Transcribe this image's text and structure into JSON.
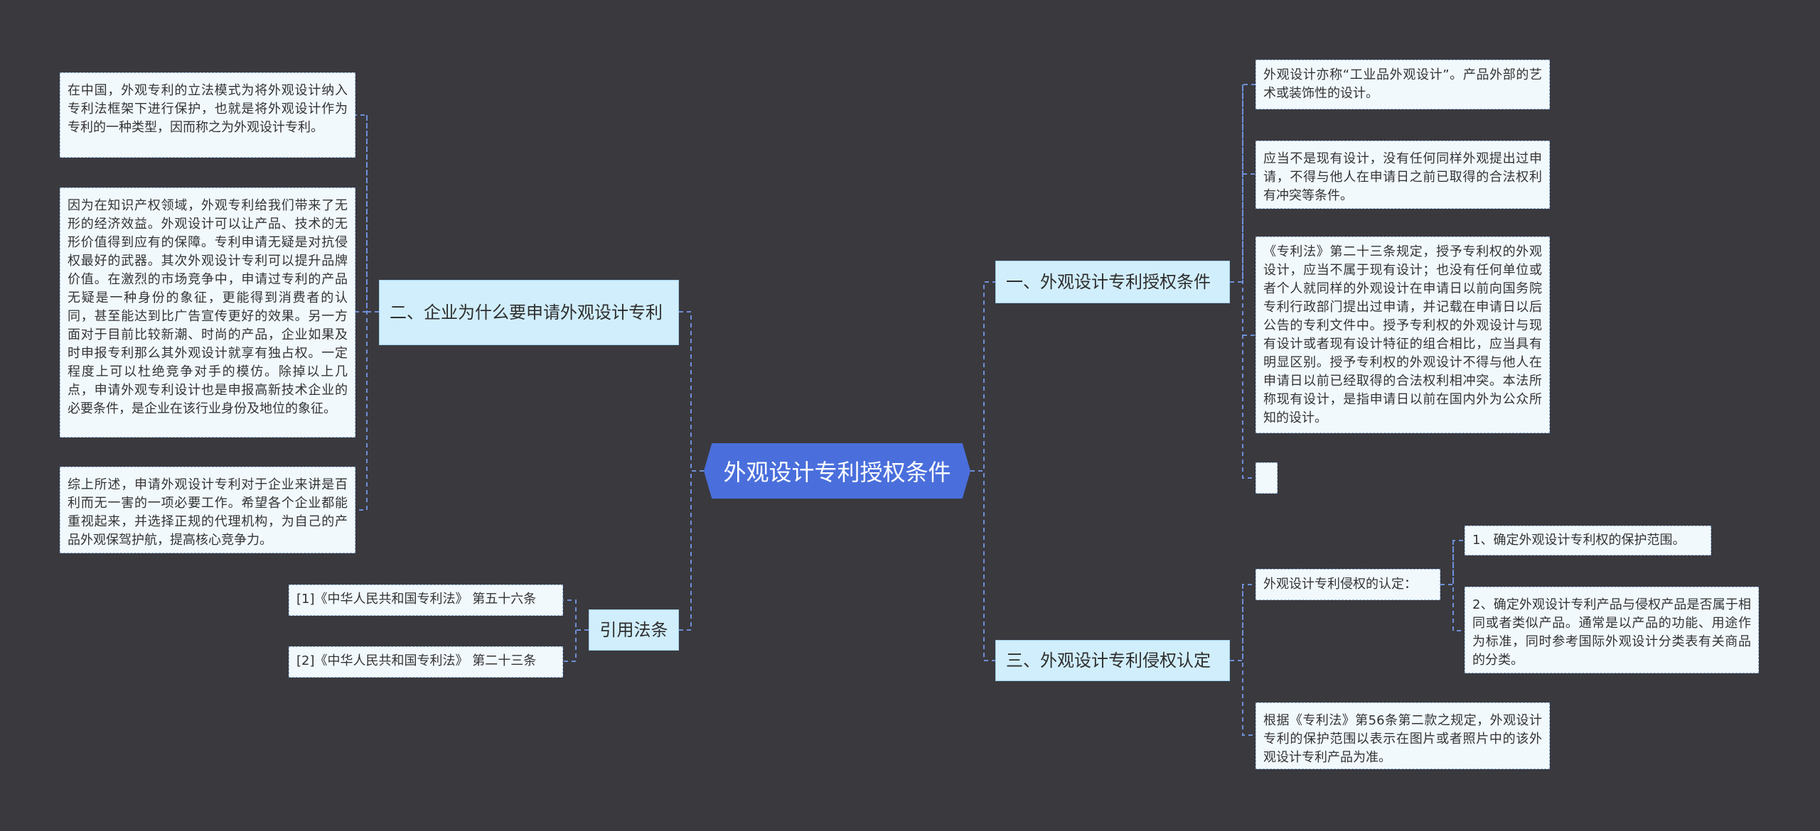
{
  "root": {
    "label": "外观设计专利授权条件"
  },
  "branches": {
    "b1": {
      "label": "一、外观设计专利授权条件"
    },
    "b2": {
      "label": "二、企业为什么要申请外观设计专利"
    },
    "b3": {
      "label": "三、外观设计专利侵权认定"
    },
    "b4": {
      "label": "引用法条"
    }
  },
  "leaves": {
    "b1_1": "外观设计亦称“工业品外观设计”。产品外部的艺术或装饰性的设计。",
    "b1_2": "应当不是现有设计，没有任何同样外观提出过申请，不得与他人在申请日之前已取得的合法权利有冲突等条件。",
    "b1_3": "《专利法》第二十三条规定，授予专利权的外观设计，应当不属于现有设计；也没有任何单位或者个人就同样的外观设计在申请日以前向国务院专利行政部门提出过申请，并记载在申请日以后公告的专利文件中。授予专利权的外观设计与现有设计或者现有设计特征的组合相比，应当具有明显区别。授予专利权的外观设计不得与他人在申请日以前已经取得的合法权利相冲突。本法所称现有设计，是指申请日以前在国内外为公众所知的设计。",
    "b1_4": "",
    "b2_1": "在中国，外观专利的立法模式为将外观设计纳入专利法框架下进行保护，也就是将外观设计作为专利的一种类型，因而称之为外观设计专利。",
    "b2_2": "因为在知识产权领域，外观专利给我们带来了无形的经济效益。外观设计可以让产品、技术的无形价值得到应有的保障。专利申请无疑是对抗侵权最好的武器。其次外观设计专利可以提升品牌价值。在激烈的市场竞争中，申请过专利的产品无疑是一种身份的象征，更能得到消费者的认同，甚至能达到比广告宣传更好的效果。另一方面对于目前比较新潮、时尚的产品，企业如果及时申报专利那么其外观设计就享有独占权。一定程度上可以杜绝竞争对手的模仿。除掉以上几点，申请外观专利设计也是申报高新技术企业的必要条件，是企业在该行业身份及地位的象征。",
    "b2_3": "综上所述，申请外观设计专利对于企业来讲是百利而无一害的一项必要工作。希望各个企业都能重视起来，并选择正规的代理机构，为自己的产品外观保驾护航，提高核心竞争力。",
    "b3_1": "外观设计专利侵权的认定：",
    "b3_1_1": "1、确定外观设计专利权的保护范围。",
    "b3_1_2": "2、确定外观设计专利产品与侵权产品是否属于相同或者类似产品。通常是以产品的功能、用途作为标准，同时参考国际外观设计分类表有关商品的分类。",
    "b3_2": "根据《专利法》第56条第二款之规定，外观设计专利的保护范围以表示在图片或者照片中的该外观设计专利产品为准。",
    "b4_1": "[1]《中华人民共和国专利法》 第五十六条",
    "b4_2": "[2]《中华人民共和国专利法》 第二十三条"
  },
  "colors": {
    "background": "#3a393e",
    "root": "#4a6fdc",
    "branch": "#d1eefc",
    "leaf": "#f2f9fd",
    "connector": "#6f8fd8"
  }
}
